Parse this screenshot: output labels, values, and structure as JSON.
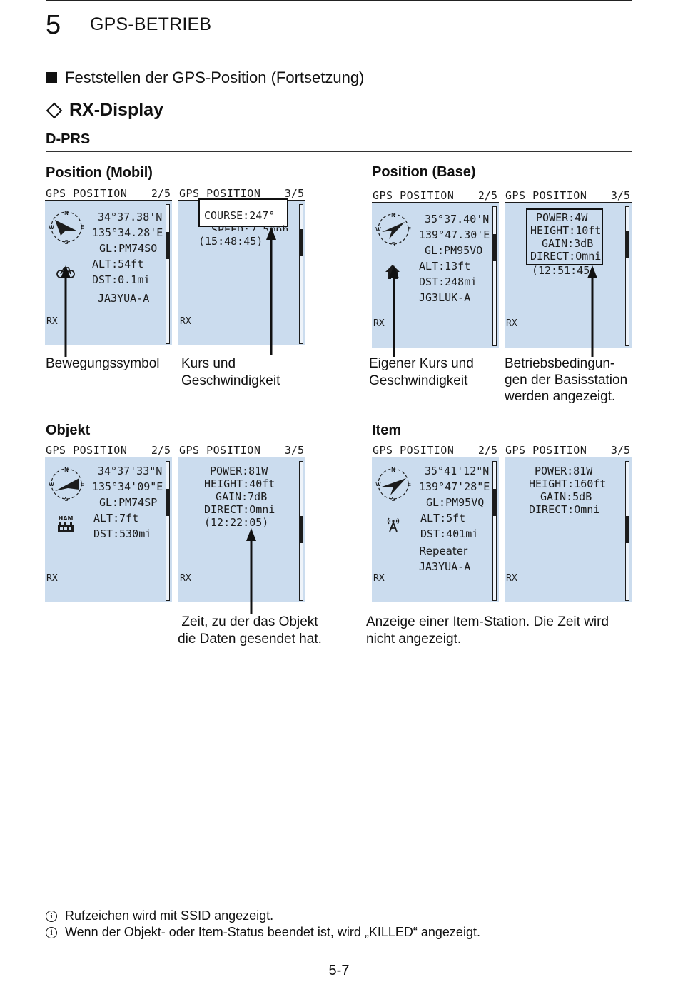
{
  "header": {
    "chapter_number": "5",
    "chapter_title": "GPS-BETRIEB"
  },
  "section": "Feststellen der GPS-Position (Fortsetzung)",
  "subsection": "RX-Display",
  "subsubsection": "D-PRS",
  "panels": {
    "mobil": {
      "heading": "Position (Mobil)",
      "screen1": {
        "title": "GPS POSITION",
        "page": "2/5",
        "lines": [
          "34°37.38'N",
          "135°34.28'E",
          "GL:PM74SO",
          "ALT:54ft",
          "DST:0.1mi",
          "JA3YUA-A"
        ],
        "rx": "RX"
      },
      "screen2": {
        "title": "GPS POSITION",
        "page": "3/5",
        "lines": [
          "COURSE:247°",
          "SPEED:2.5mph",
          "(15:48:45)"
        ],
        "rx": "RX"
      },
      "caption1": "Bewegungssymbol",
      "caption2": [
        "Kurs und",
        "Geschwindigkeit"
      ]
    },
    "base": {
      "heading": "Position (Base)",
      "screen1": {
        "title": "GPS POSITION",
        "page": "2/5",
        "lines": [
          "35°37.40'N",
          "139°47.30'E",
          "GL:PM95VO",
          "ALT:13ft",
          "DST:248mi",
          "JG3LUK-A"
        ],
        "rx": "RX"
      },
      "screen2": {
        "title": "GPS POSITION",
        "page": "3/5",
        "lines": [
          "POWER:4W",
          "HEIGHT:10ft",
          "GAIN:3dB",
          "DIRECT:Omni",
          "(12:51:45)"
        ],
        "rx": "RX"
      },
      "caption1": [
        "Eigener Kurs und",
        "Geschwindigkeit"
      ],
      "caption2": [
        "Betriebsbedingun-",
        "gen der Basisstation",
        "werden angezeigt."
      ]
    },
    "objekt": {
      "heading": "Objekt",
      "screen1": {
        "title": "GPS POSITION",
        "page": "2/5",
        "lines": [
          "34°37'33\"N",
          "135°34'09\"E",
          "GL:PM74SP",
          "ALT:7ft",
          "DST:530mi"
        ],
        "symbol_text": "HAM",
        "rx": "RX"
      },
      "screen2": {
        "title": "GPS POSITION",
        "page": "3/5",
        "lines": [
          "POWER:81W",
          "HEIGHT:40ft",
          "GAIN:7dB",
          "DIRECT:Omni",
          "(12:22:05)"
        ],
        "rx": "RX"
      },
      "caption": [
        "Zeit, zu der das Objekt",
        "die Daten gesendet hat."
      ]
    },
    "item": {
      "heading": "Item",
      "screen1": {
        "title": "GPS POSITION",
        "page": "2/5",
        "lines": [
          "35°41'12\"N",
          "139°47'28\"E",
          "GL:PM95VQ",
          "ALT:5ft",
          "DST:401mi",
          "Repeater",
          "JA3YUA-A"
        ],
        "rx": "RX"
      },
      "screen2": {
        "title": "GPS POSITION",
        "page": "3/5",
        "lines": [
          "POWER:81W",
          "HEIGHT:160ft",
          "GAIN:5dB",
          "DIRECT:Omni"
        ],
        "rx": "RX"
      },
      "caption": [
        "Anzeige einer Item-Station. Die Zeit wird",
        "nicht angezeigt."
      ]
    }
  },
  "notes": [
    "Rufzeichen wird mit SSID angezeigt.",
    "Wenn der Objekt- oder Item-Status beendet ist, wird „KILLED“ angezeigt."
  ],
  "page_number": "5-7",
  "colors": {
    "lcd_background": "#cbdcee",
    "text": "#111111"
  }
}
